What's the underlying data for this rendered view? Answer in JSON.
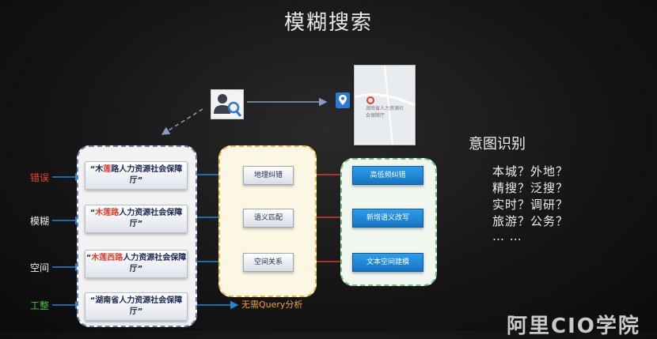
{
  "slide": {
    "title": "模糊搜索"
  },
  "labels": {
    "error": "错误",
    "fuzzy": "模糊",
    "space": "空间",
    "exact": "工整"
  },
  "queries": [
    {
      "pre": "“木",
      "mark": "莲",
      "post": "路人力资源社会保障厅”"
    },
    {
      "pre": "“",
      "mark": "木莲路",
      "post": "人力资源社会保障厅”"
    },
    {
      "pre": "“",
      "mark": "木莲西路",
      "post": "人力资源社会保障厅”"
    },
    {
      "pre": "“湖南省人力资源社会保障厅”",
      "mark": "",
      "post": ""
    }
  ],
  "middle": {
    "header": "",
    "items": [
      "地理纠错",
      "语义匹配",
      "空间关系"
    ]
  },
  "right": {
    "items": [
      "高低频纠错",
      "新增语义改写",
      "文本空间建模"
    ]
  },
  "no_query_note": "无需Query分析",
  "intent": {
    "title": "意图识别",
    "lines": [
      "本城？外地？",
      "精搜？泛搜？",
      "实时？调研？",
      "旅游？公务？",
      "… …"
    ]
  },
  "map_card": {
    "text": "湖南省人力资源社会保障厅"
  },
  "watermark": "阿里CIO学院",
  "colors": {
    "error": "#e8442e",
    "exact": "#3fbf4f",
    "accent_blue": "#1e86d6",
    "arrow_red": "#d93a2b",
    "note_orange": "#f0a33a"
  }
}
